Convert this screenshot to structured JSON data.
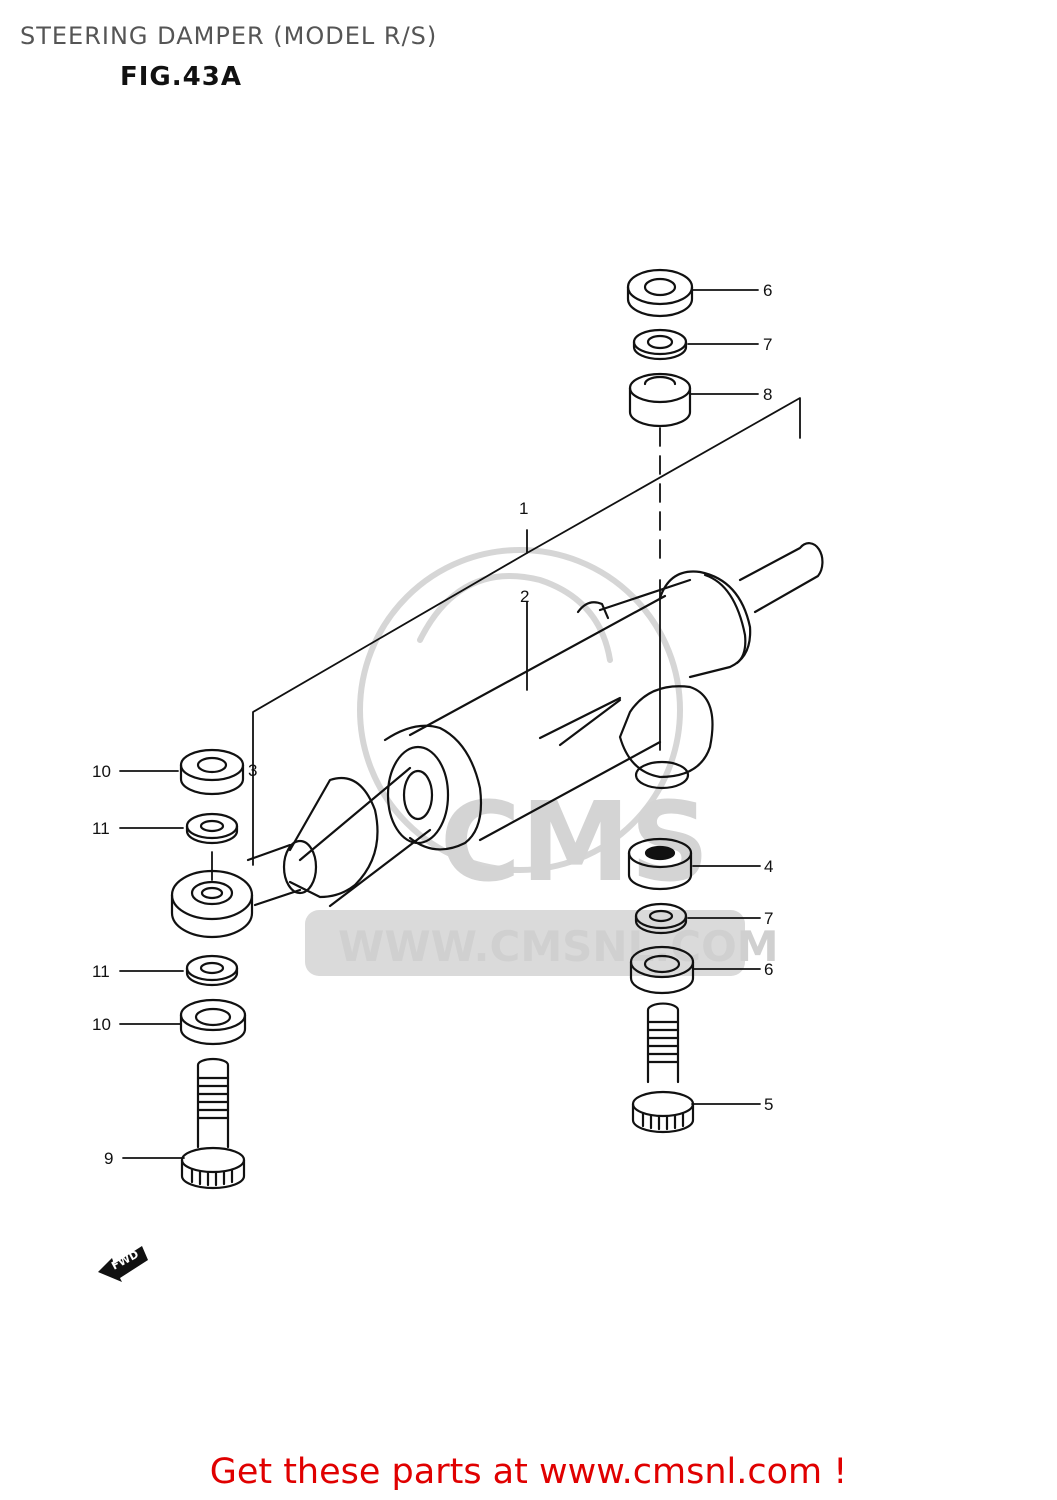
{
  "header": {
    "title": "STEERING DAMPER (MODEL R/S)",
    "figure": "FIG.43A"
  },
  "watermark": {
    "logo_text": "CMS",
    "site_text": "WWW.CMSNL.COM"
  },
  "fwd_arrow": {
    "label": "FWD"
  },
  "callouts": [
    {
      "id": "c1",
      "label": "1"
    },
    {
      "id": "c2",
      "label": "2"
    },
    {
      "id": "c3",
      "label": "3"
    },
    {
      "id": "c4",
      "label": "4"
    },
    {
      "id": "c5",
      "label": "5"
    },
    {
      "id": "c6a",
      "label": "6"
    },
    {
      "id": "c6b",
      "label": "6"
    },
    {
      "id": "c7a",
      "label": "7"
    },
    {
      "id": "c7b",
      "label": "7"
    },
    {
      "id": "c8",
      "label": "8"
    },
    {
      "id": "c9",
      "label": "9"
    },
    {
      "id": "c10a",
      "label": "10"
    },
    {
      "id": "c10b",
      "label": "10"
    },
    {
      "id": "c11a",
      "label": "11"
    },
    {
      "id": "c11b",
      "label": "11"
    }
  ],
  "footer": {
    "link_text": "Get these parts at www.cmsnl.com !"
  },
  "colors": {
    "footer_link": "#e00000",
    "line_art": "#111111",
    "watermark": "#d0d0d0"
  }
}
